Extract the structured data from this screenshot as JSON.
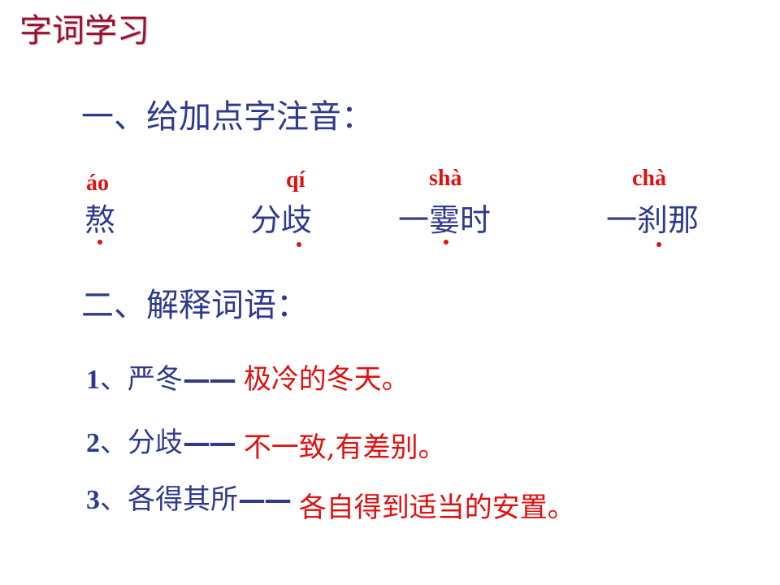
{
  "title": "字词学习",
  "section1": {
    "heading": "一、给加点字注音："
  },
  "annotations": [
    {
      "pinyin": "áo",
      "word": "熬"
    },
    {
      "pinyin": "qí",
      "word": "分歧"
    },
    {
      "pinyin": "shà",
      "word": "一霎时"
    },
    {
      "pinyin": "chà",
      "word": "一刹那"
    }
  ],
  "section2": {
    "heading": "二、解释词语："
  },
  "definitions": [
    {
      "num": "1",
      "sep": "、",
      "term": "严冬",
      "dash": "——",
      "meaning": "极冷的冬天。"
    },
    {
      "num": "2",
      "sep": "、",
      "term": "分歧",
      "dash": "——",
      "meaning": "不一致,有差别。"
    },
    {
      "num": "3",
      "sep": "、",
      "term": "各得其所",
      "dash": "——",
      "meaning": "各自得到适当的安置。"
    }
  ],
  "colors": {
    "title": "#9b1030",
    "text": "#2f3a8c",
    "accent": "#e01010"
  }
}
